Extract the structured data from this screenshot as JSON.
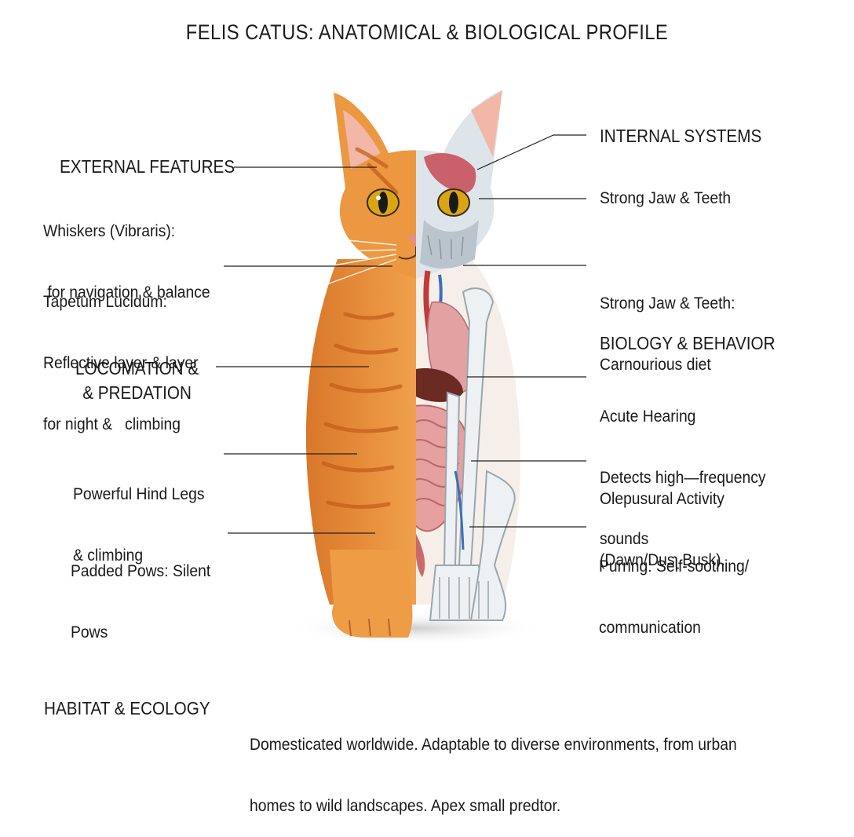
{
  "title": "FELIS CATUS: ANATOMICAL & BIOLOGICAL PROFILE",
  "left": {
    "external_heading": "EXTERNAL FEATURES",
    "whiskers": [
      "Whiskers (Vibraris):",
      " for navigation & balance"
    ],
    "tapetum": [
      "Tapetum Lucidum:",
      "Reflective layer & layer",
      "for night &   climbing"
    ],
    "locomotion_heading": [
      "LOCOMATION &",
      "& PREDATION"
    ],
    "hind_legs": [
      "Powerful Hind Legs",
      "& climbing"
    ],
    "paws": [
      "Padded Pows: Silent",
      "Pows"
    ]
  },
  "right": {
    "internal_heading": "INTERNAL SYSTEMS",
    "jaw": "Strong Jaw & Teeth",
    "jaw_diet": [
      "Strong Jaw & Teeth:",
      "Carnourious diet"
    ],
    "biology_heading": "BIOLOGY & BEHAVIOR",
    "hearing": [
      "Acute Hearing",
      "Detects high—frequency",
      "sounds"
    ],
    "activity": [
      "Olepusural Activity",
      "(Dawn/Dusʅ Busk)."
    ],
    "purring": [
      "Purring: Self-soothing/",
      "communication"
    ]
  },
  "habitat": {
    "heading": "HABITAT & ECOLOGY",
    "text": [
      "Domesticated worldwide. Adaptable to diverse environments, from urban",
      "homes to wild landscapes. Apex small predtor."
    ]
  },
  "colors": {
    "fur": "#e8913a",
    "fur_dark": "#c8661e",
    "skeleton": "#e8ecef",
    "organ": "#d98a8a",
    "eye": "#d9a515",
    "leader_line": "#222222"
  }
}
